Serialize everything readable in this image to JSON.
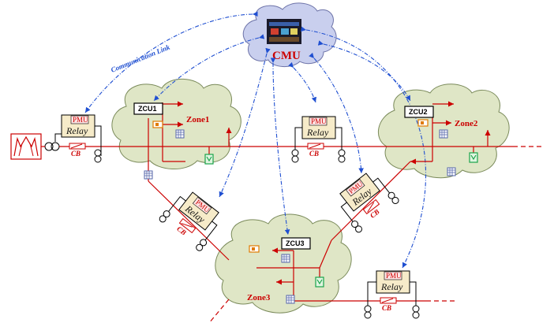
{
  "cmu": {
    "label": "CMU"
  },
  "communication_link": "Communication Link",
  "zones": [
    {
      "zcu": "ZCU1",
      "label": "Zone1"
    },
    {
      "zcu": "ZCU2",
      "label": "Zone2"
    },
    {
      "zcu": "ZCU3",
      "label": "Zone3"
    }
  ],
  "relays": [
    {
      "pmu": "PMU",
      "relay": "Relay",
      "cb": "CB"
    },
    {
      "pmu": "PMU",
      "relay": "Relay",
      "cb": "CB"
    },
    {
      "pmu": "PMU",
      "relay": "Relay",
      "cb": "CB"
    },
    {
      "pmu": "PMU",
      "relay": "Relay",
      "cb": "CB"
    },
    {
      "pmu": "PMU",
      "relay": "Relay",
      "cb": "CB"
    }
  ],
  "colors": {
    "cloud_fill": "#dfe6c6",
    "cloud_stroke": "#7a8a5a",
    "cmu_fill": "#c9cfee",
    "line": "#cc0000",
    "comm_link": "#1f4fd1",
    "relay_box": "#f6ebc9",
    "pmu_box": "#fde3e3"
  }
}
